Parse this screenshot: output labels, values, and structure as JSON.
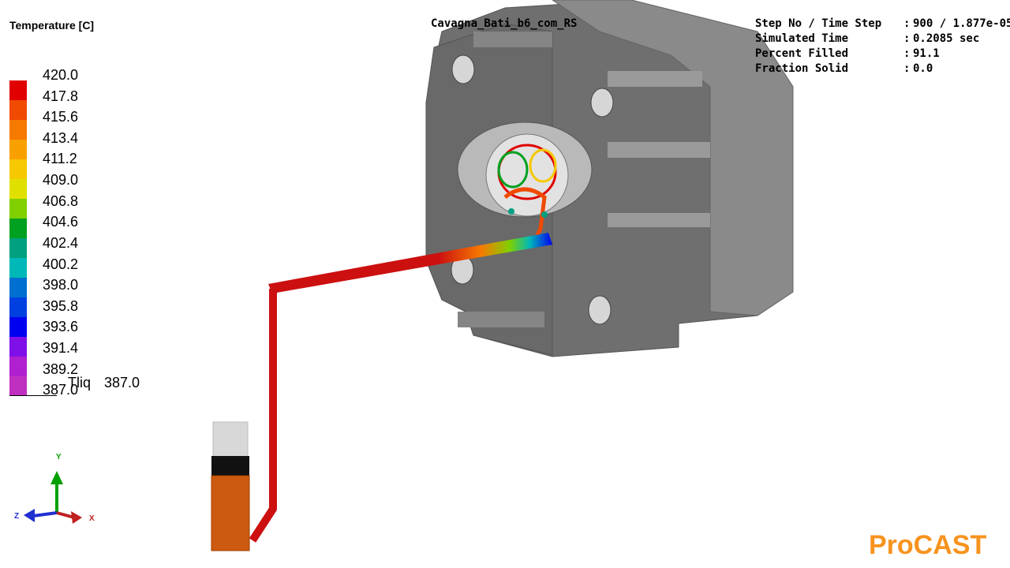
{
  "legend": {
    "title": "Temperature [C]",
    "ticks": [
      "420.0",
      "417.8",
      "415.6",
      "413.4",
      "411.2",
      "409.0",
      "406.8",
      "404.6",
      "402.4",
      "400.2",
      "398.0",
      "395.8",
      "393.6",
      "391.4",
      "389.2",
      "387.0"
    ],
    "colors": [
      "#E00000",
      "#F04A00",
      "#F77A00",
      "#F8A000",
      "#F5C800",
      "#E0E000",
      "#80D000",
      "#00A020",
      "#00A080",
      "#00B8B8",
      "#0070D0",
      "#0040E0",
      "#0000F0",
      "#8010E8",
      "#B020D0",
      "#C030C0"
    ],
    "tliq_label": "Tliq",
    "tliq_value": "387.0"
  },
  "simulation": {
    "title": "Cavagna_Bati_b6_com_RS",
    "info": [
      {
        "key": "Step No / Time Step",
        "value": "900 / 1.877e-05"
      },
      {
        "key": "Simulated Time",
        "value": "0.2085 sec"
      },
      {
        "key": "Percent Filled",
        "value": "91.1"
      },
      {
        "key": "Fraction Solid",
        "value": "0.0"
      }
    ]
  },
  "axes": {
    "x": "X",
    "y": "Y",
    "z": "Z"
  },
  "brand": {
    "name": "ProCAST",
    "color": "#F7931E"
  },
  "colors": {
    "mold": "#7a7a7a",
    "runner": "#cc1010",
    "shot_sleeve": "#cc5a10"
  }
}
